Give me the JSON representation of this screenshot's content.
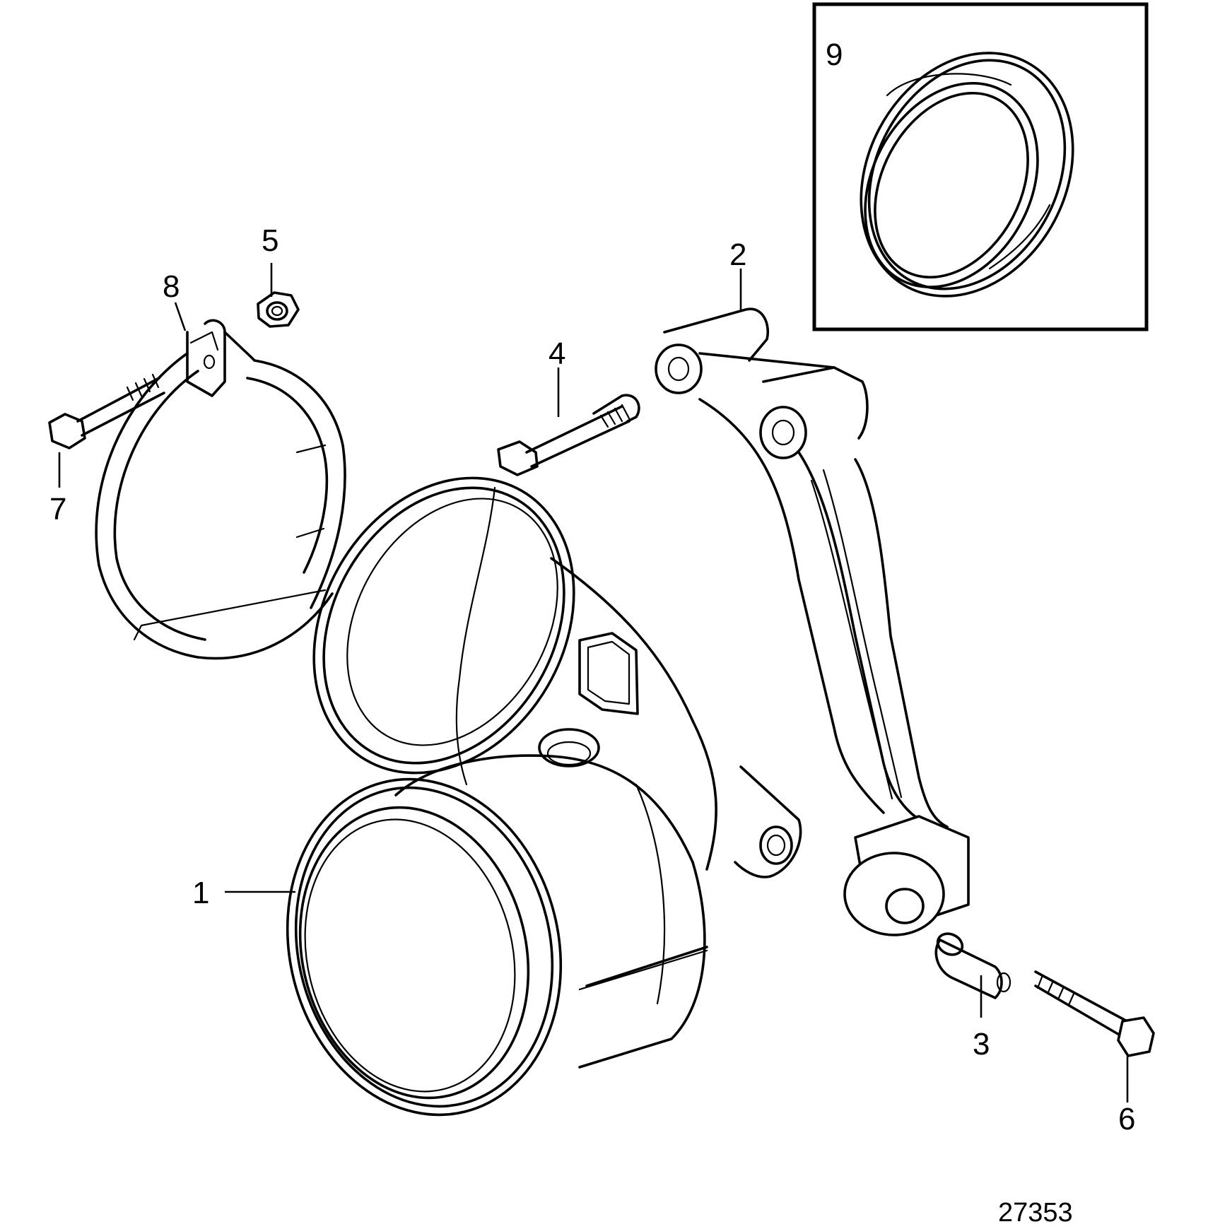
{
  "diagram": {
    "reference_number": "27353",
    "callouts": [
      {
        "id": "1",
        "label": "1"
      },
      {
        "id": "2",
        "label": "2"
      },
      {
        "id": "3",
        "label": "3"
      },
      {
        "id": "4",
        "label": "4"
      },
      {
        "id": "5",
        "label": "5"
      },
      {
        "id": "6",
        "label": "6"
      },
      {
        "id": "7",
        "label": "7"
      },
      {
        "id": "8",
        "label": "8"
      },
      {
        "id": "9",
        "label": "9"
      }
    ]
  }
}
